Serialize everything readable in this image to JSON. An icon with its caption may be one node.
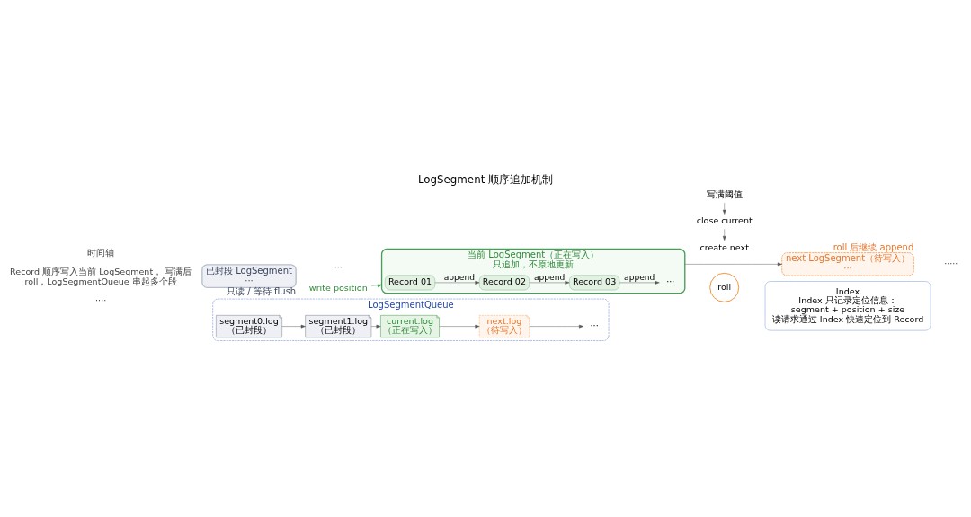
{
  "diagram": {
    "title": "LogSegment 顺序追加机制",
    "nodes": [
      {
        "text": [
          "已封段 LogSegment",
          "···"
        ],
        "beside": [
          "只读 / 等待 flush"
        ]
      },
      {
        "text": [
          "当前 LogSegment（正在写入）"
        ],
        "beside": [
          "只追加，不原地更新"
        ]
      },
      {
        "text": [
          "Record 01"
        ],
        "in": 1
      },
      {
        "text": [
          "Record 02"
        ],
        "in": 1
      },
      {
        "text": [
          "Record 03"
        ],
        "in": 1
      },
      {
        "text": [
          "···"
        ],
        "in": 1
      },
      {
        "text": [
          "write position"
        ]
      },
      {
        "text": [
          "roll"
        ]
      },
      {
        "text": [
          "next LogSegment（待写入）",
          "···"
        ],
        "beside": [
          "roll 后继续 append"
        ]
      },
      {
        "text": [
          "写满阈值"
        ]
      },
      {
        "text": [
          "close current"
        ]
      },
      {
        "text": [
          "create next"
        ]
      },
      {
        "text": [
          "LogSegmentQueue"
        ]
      },
      {
        "text": [
          "segment0.log",
          "（已封段）"
        ],
        "in": 12
      },
      {
        "text": [
          "segment1.log",
          "（已封段）"
        ],
        "in": 12
      },
      {
        "text": [
          "current.log",
          "（正在写入）"
        ],
        "in": 12
      },
      {
        "text": [
          "next.log",
          "（待写入）"
        ],
        "in": 12
      },
      {
        "text": [
          "···"
        ],
        "in": 12
      },
      {
        "text": [
          "Index",
          "Index 只记录定位信息：",
          "segment + position + size",
          "读请求通过 Index 快速定位到 Record"
        ]
      }
    ],
    "edges": [
      {
        "from": 2,
        "to": 3,
        "arrow": "to",
        "label": "append"
      },
      {
        "from": 3,
        "to": 4,
        "arrow": "to",
        "label": "append"
      },
      {
        "from": 4,
        "to": 5,
        "arrow": "to",
        "label": "append"
      },
      {
        "from": 6,
        "to": 1,
        "arrow": "to",
        "color": "#2e8b3a"
      },
      {
        "from": 1,
        "to": 8,
        "arrow": "to"
      },
      {
        "from": 9,
        "to": 10,
        "arrow": "to"
      },
      {
        "from": 10,
        "to": 11,
        "arrow": "to"
      },
      {
        "from": 13,
        "to": 14,
        "arrow": "to"
      },
      {
        "from": 14,
        "to": 15,
        "arrow": "to"
      },
      {
        "from": 15,
        "to": 16,
        "arrow": "to"
      },
      {
        "from": 16,
        "to": 17,
        "arrow": "to"
      }
    ],
    "labels": [
      "Record 顺序写入当前 LogSegment， 写满后 roll，LogSegmentQueue 串起多个段",
      "时间轴",
      "····",
      "···",
      "·····"
    ]
  }
}
